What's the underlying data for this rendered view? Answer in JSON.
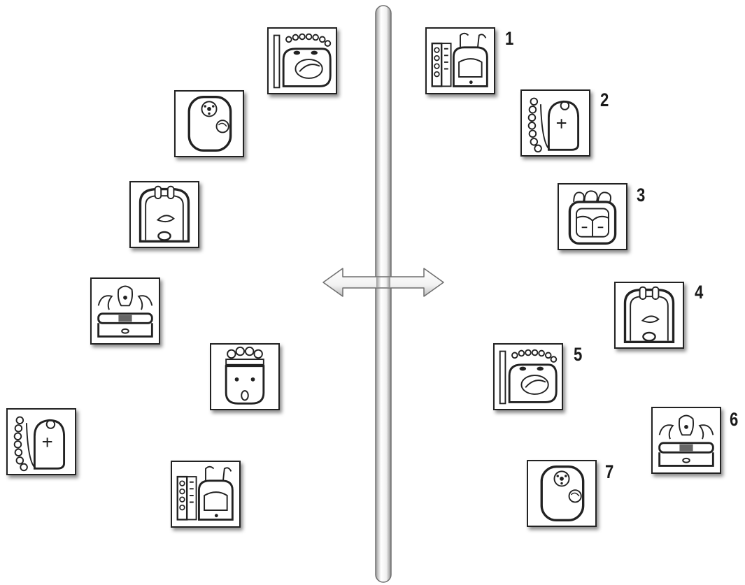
{
  "left_column": {
    "glyphs": [
      "glyph-bracket-face",
      "glyph-round-cartouche",
      "glyph-arch-eye",
      "glyph-bird-headdress",
      "glyph-face-crown",
      "glyph-beaded-profile",
      "glyph-column-arch"
    ]
  },
  "right_column": {
    "items": [
      {
        "number": "1",
        "glyph": "glyph-column-arch"
      },
      {
        "number": "2",
        "glyph": "glyph-beaded-profile"
      },
      {
        "number": "3",
        "glyph": "glyph-crown-cartouche"
      },
      {
        "number": "4",
        "glyph": "glyph-arch-eye"
      },
      {
        "number": "5",
        "glyph": "glyph-bracket-face"
      },
      {
        "number": "6",
        "glyph": "glyph-bird-headdress"
      },
      {
        "number": "7",
        "glyph": "glyph-round-cartouche"
      }
    ]
  },
  "center": {
    "axis": "vertical-bar",
    "arrow": "double-headed-horizontal-arrow"
  },
  "colors": {
    "tile_border": "#222222",
    "ink": "#1a1a1a",
    "bar_fill": "#f4f4f4",
    "bar_edge": "#6e6e6e"
  }
}
